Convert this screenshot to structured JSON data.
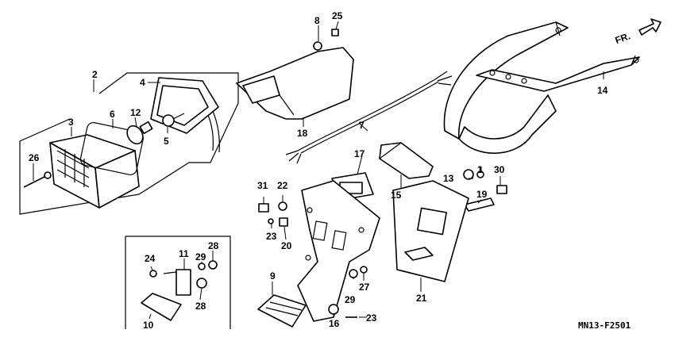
{
  "diagram": {
    "direction_label": "FR.",
    "drawing_code": "MN13-F2501",
    "callouts": [
      "2",
      "3",
      "4",
      "5",
      "6",
      "7",
      "8",
      "9",
      "10",
      "11",
      "12",
      "13",
      "14",
      "15",
      "16",
      "17",
      "18",
      "19",
      "20",
      "21",
      "22",
      "23",
      "23",
      "24",
      "25",
      "26",
      "27",
      "28",
      "28",
      "29",
      "29",
      "30",
      "31",
      "1"
    ]
  }
}
